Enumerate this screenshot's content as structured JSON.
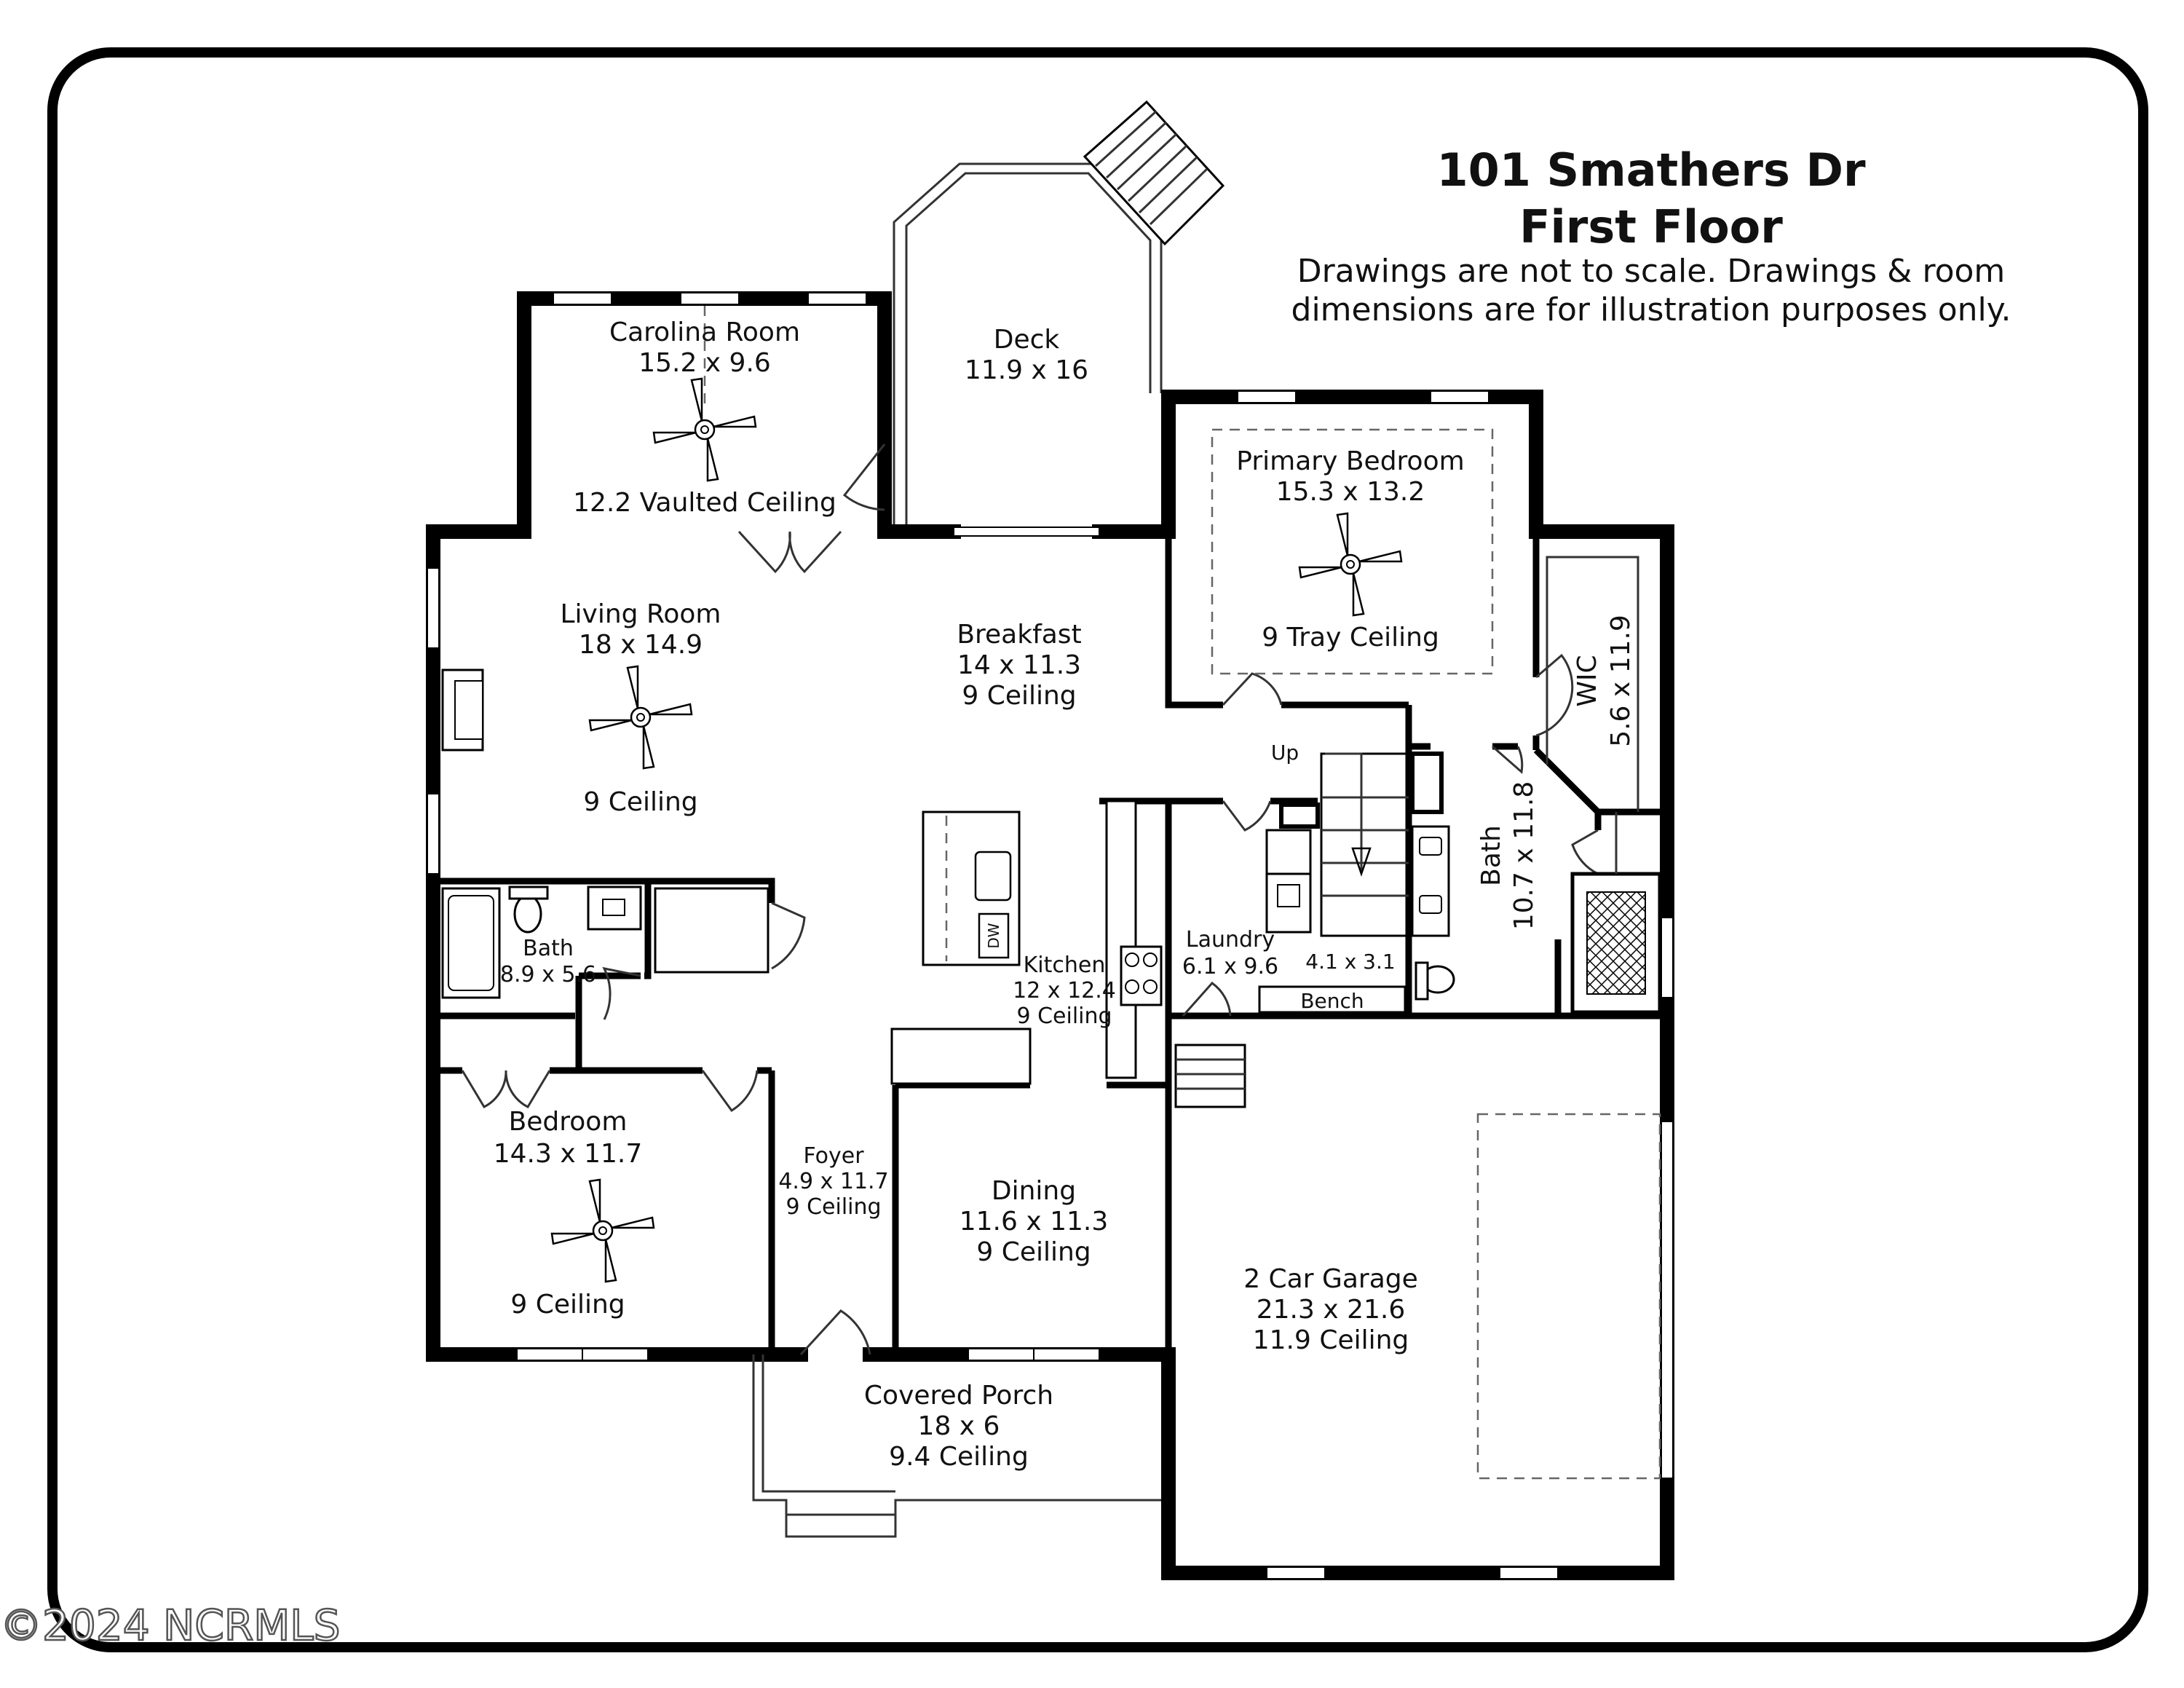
{
  "header": {
    "address": "101 Smathers Dr",
    "floor": "First Floor",
    "disclaimer_line1": "Drawings are not to scale. Drawings & room",
    "disclaimer_line2": "dimensions are for illustration purposes only."
  },
  "watermark": "©2024 NCRMLS",
  "rooms": {
    "carolina": {
      "name": "Carolina Room",
      "dims": "15.2 x 9.6",
      "ceiling": "12.2 Vaulted Ceiling"
    },
    "deck": {
      "name": "Deck",
      "dims": "11.9 x 16"
    },
    "primary": {
      "name": "Primary Bedroom",
      "dims": "15.3 x 13.2",
      "ceiling": "9 Tray Ceiling"
    },
    "wic": {
      "name": "WIC",
      "dims": "5.6 x 11.9"
    },
    "living": {
      "name": "Living Room",
      "dims": "18 x 14.9",
      "ceiling": "9 Ceiling"
    },
    "breakfast": {
      "name": "Breakfast",
      "dims": "14 x 11.3",
      "ceiling": "9 Ceiling"
    },
    "bath1": {
      "name": "Bath",
      "dims": "8.9 x 5.6"
    },
    "kitchen": {
      "name": "Kitchen",
      "dims": "12 x 12.4",
      "ceiling": "9 Ceiling"
    },
    "laundry": {
      "name": "Laundry",
      "dims": "6.1 x 9.6"
    },
    "small": {
      "dims": "4.1 x 3.1"
    },
    "bath2": {
      "name": "Bath",
      "dims": "10.7 x 11.8"
    },
    "bedroom": {
      "name": "Bedroom",
      "dims": "14.3 x 11.7",
      "ceiling": "9 Ceiling"
    },
    "foyer": {
      "name": "Foyer",
      "dims": "4.9 x 11.7",
      "ceiling": "9 Ceiling"
    },
    "dining": {
      "name": "Dining",
      "dims": "11.6 x 11.3",
      "ceiling": "9 Ceiling"
    },
    "garage": {
      "name": "2 Car Garage",
      "dims": "21.3 x 21.6",
      "ceiling": "11.9 Ceiling"
    },
    "porch": {
      "name": "Covered Porch",
      "dims": "18 x 6",
      "ceiling": "9.4 Ceiling"
    }
  },
  "fixtures": {
    "up": "Up",
    "bench": "Bench",
    "dw": "DW"
  }
}
